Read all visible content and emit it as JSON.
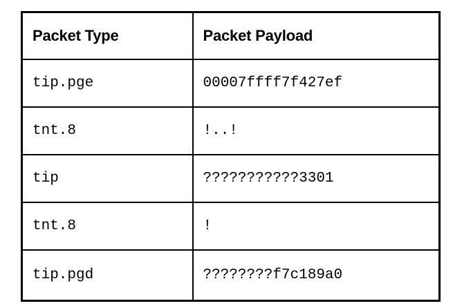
{
  "table": {
    "name": "packet-capture-table",
    "columns": [
      {
        "key": "packet_type",
        "header": "Packet Type"
      },
      {
        "key": "packet_payload",
        "header": "Packet Payload"
      }
    ],
    "rows": [
      {
        "packet_type": "tip.pge",
        "packet_payload": "00007ffff7f427ef"
      },
      {
        "packet_type": "tnt.8",
        "packet_payload": "!..!"
      },
      {
        "packet_type": "tip",
        "packet_payload": "???????????3301"
      },
      {
        "packet_type": "tnt.8",
        "packet_payload": "!"
      },
      {
        "packet_type": "tip.pgd",
        "packet_payload": "????????f7c189a0"
      }
    ]
  },
  "style": {
    "border_color": "#000000",
    "text_color": "#000000",
    "background_color": "#ffffff"
  }
}
